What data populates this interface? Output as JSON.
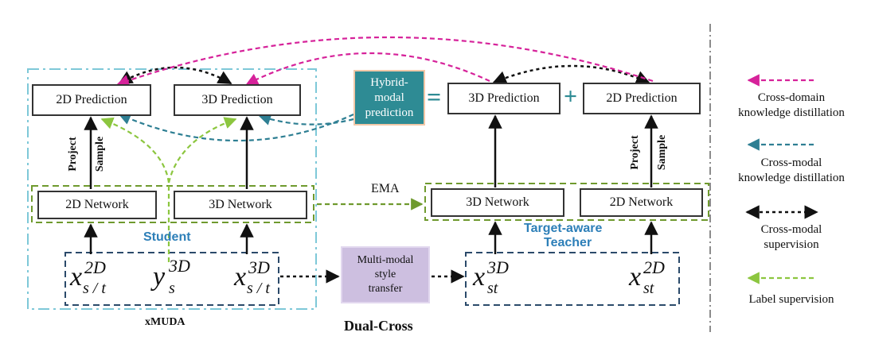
{
  "left": {
    "pred_2d": "2D Prediction",
    "pred_3d": "3D Prediction",
    "net_2d": "2D Network",
    "net_3d": "3D Network",
    "project": "Project",
    "sample": "Sample",
    "student": "Student",
    "xmuda": "xMUDA",
    "x2d": {
      "base": "x",
      "sup": "2D",
      "sub": "s / t"
    },
    "y3d": {
      "base": "y",
      "sup": "3D",
      "sub": "s"
    },
    "x3d": {
      "base": "x",
      "sup": "3D",
      "sub": "s / t"
    }
  },
  "middle": {
    "hybrid": [
      "Hybrid-",
      "modal",
      "prediction"
    ],
    "equals": "=",
    "plus": "+",
    "ema": "EMA",
    "style": [
      "Multi-modal",
      "style",
      "transfer"
    ],
    "title": "Dual-Cross"
  },
  "right": {
    "pred_3d": "3D Prediction",
    "pred_2d": "2D Prediction",
    "net_3d": "3D Network",
    "net_2d": "2D Network",
    "project": "Project",
    "sample": "Sample",
    "teacher_1": "Target-aware",
    "teacher_2": "Teacher",
    "x3d": {
      "base": "x",
      "sup": "3D",
      "sub": "st"
    },
    "x2d": {
      "base": "x",
      "sup": "2D",
      "sub": "st"
    }
  },
  "legend": {
    "cross_domain": [
      "Cross-domain",
      "knowledge distillation"
    ],
    "cross_modal_kd": [
      "Cross-modal",
      "knowledge distillation"
    ],
    "cross_modal_sup": [
      "Cross-modal",
      "supervision"
    ],
    "label_sup": [
      "Label supervision"
    ]
  },
  "colors": {
    "magenta": "#d6229a",
    "teal": "#2e7f93",
    "black": "#111111",
    "green": "#8cc63f",
    "olive": "#6f9a2e",
    "cyan_dash": "#7ec8d8",
    "navy_dash": "#2b4a6a",
    "hybrid_fill": "#2e8b94",
    "style_fill": "#cdbfe0",
    "accent_blue": "#2d7fb8"
  }
}
